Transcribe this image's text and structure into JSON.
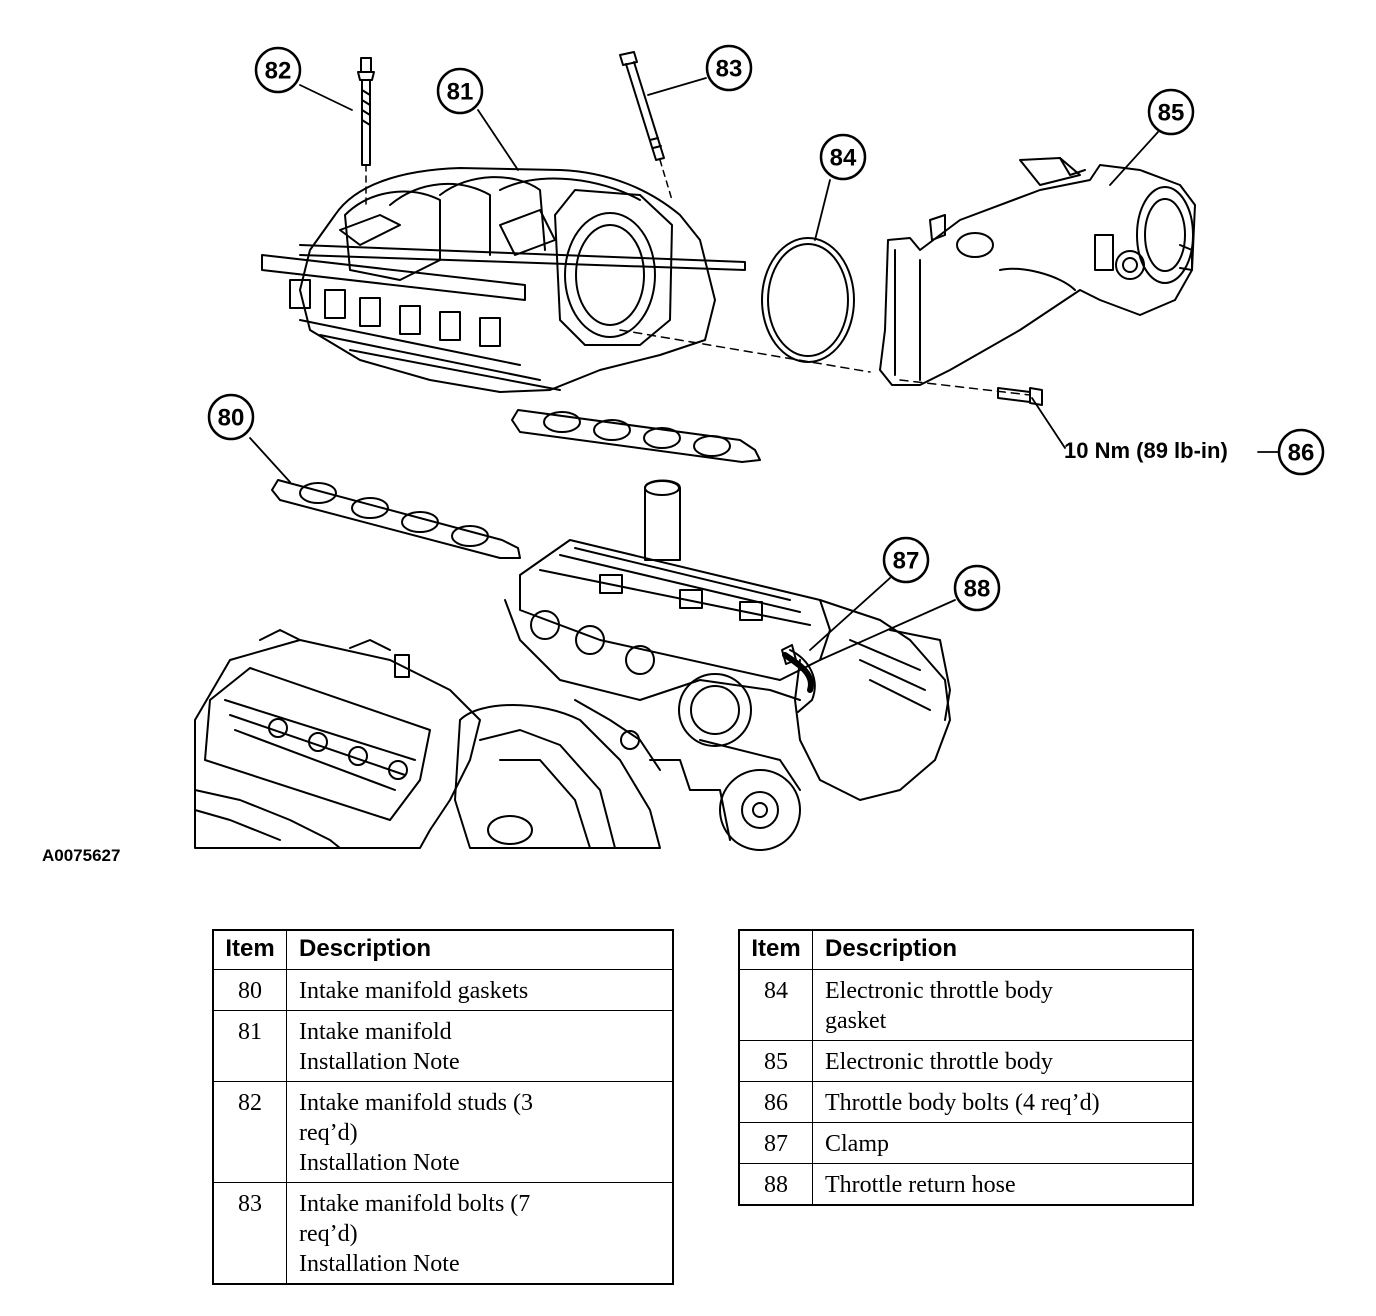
{
  "figure_id": "A0075627",
  "callouts": {
    "c80": "80",
    "c81": "81",
    "c82": "82",
    "c83": "83",
    "c84": "84",
    "c85": "85",
    "c86": "86",
    "c87": "87",
    "c88": "88"
  },
  "torque_spec": "10 Nm (89 lb-in)",
  "table_headers": {
    "item": "Item",
    "description": "Description"
  },
  "left_table": [
    {
      "item": "80",
      "lines": [
        "Intake manifold gaskets"
      ]
    },
    {
      "item": "81",
      "lines": [
        "Intake manifold",
        "Installation Note"
      ]
    },
    {
      "item": "82",
      "lines": [
        "Intake manifold studs (3",
        "req’d)",
        "Installation Note"
      ]
    },
    {
      "item": "83",
      "lines": [
        "Intake manifold bolts (7",
        "req’d)",
        "Installation Note"
      ]
    }
  ],
  "right_table": [
    {
      "item": "84",
      "lines": [
        "Electronic throttle body",
        "gasket"
      ]
    },
    {
      "item": "85",
      "lines": [
        "Electronic throttle body"
      ]
    },
    {
      "item": "86",
      "lines": [
        "Throttle body bolts (4 req’d)"
      ]
    },
    {
      "item": "87",
      "lines": [
        "Clamp"
      ]
    },
    {
      "item": "88",
      "lines": [
        "Throttle return hose"
      ]
    }
  ]
}
